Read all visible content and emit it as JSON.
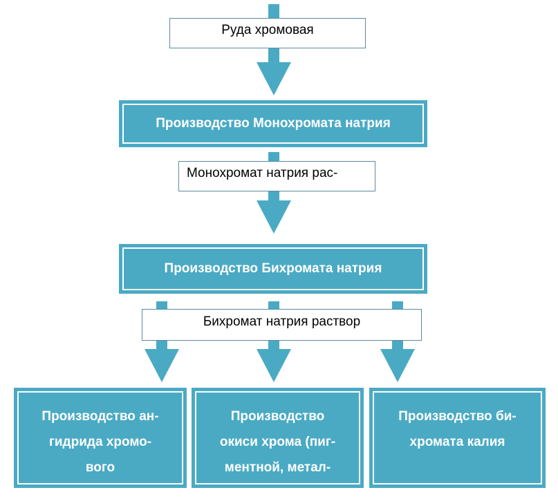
{
  "flow": {
    "input_ore": "Руда хромовая",
    "process_1": "Производство Монохромата натрия",
    "intermediate_1": "Монохромат натрия рас-",
    "process_2": "Производство Бихромата натрия",
    "intermediate_2": "Бихромат натрия раствор",
    "products": [
      {
        "label": "Производство ан-\nгидрида хромо-\nвого"
      },
      {
        "label": "Производство\nокиси хрома (пиг-\nментной, метал-"
      },
      {
        "label": "Производство би-\nхромата калия"
      }
    ]
  },
  "colors": {
    "accent": "#4aaac4",
    "text_on_accent": "#ffffff",
    "box_border": "#5a8aa0"
  }
}
